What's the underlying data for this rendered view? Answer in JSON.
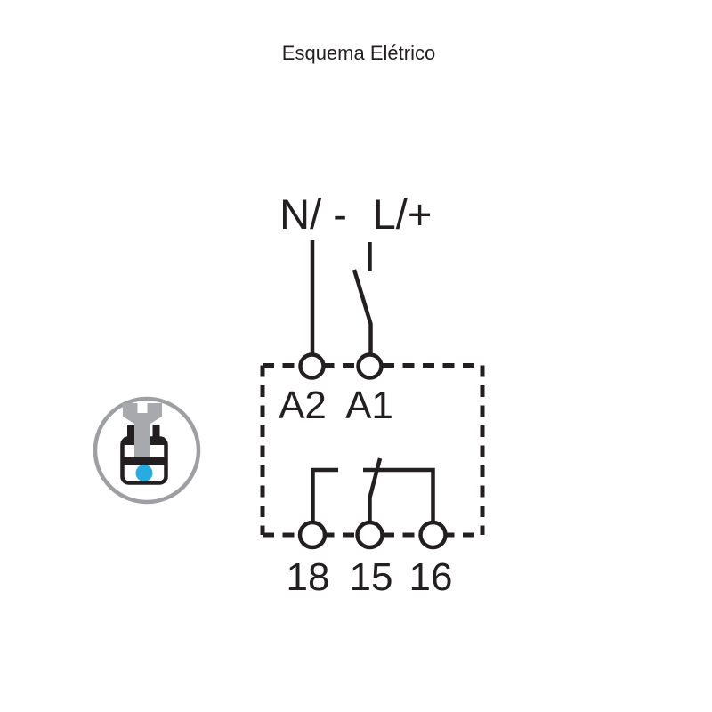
{
  "title": "Esquema Elétrico",
  "schematic": {
    "supply": {
      "neutral_label": "N/ -",
      "line_label": "L/+"
    },
    "coil_terminals": {
      "a2": "A2",
      "a1": "A1"
    },
    "output_terminals": {
      "no": "18",
      "common": "15",
      "nc": "16"
    }
  },
  "legend": {
    "icon": "screw-terminal-with-wire"
  },
  "colors": {
    "line": "#231f20",
    "icon_gray": "#a7a9ac",
    "ring_gray": "#9d9fa2",
    "wire_blue": "#29abe2",
    "background": "#ffffff"
  }
}
